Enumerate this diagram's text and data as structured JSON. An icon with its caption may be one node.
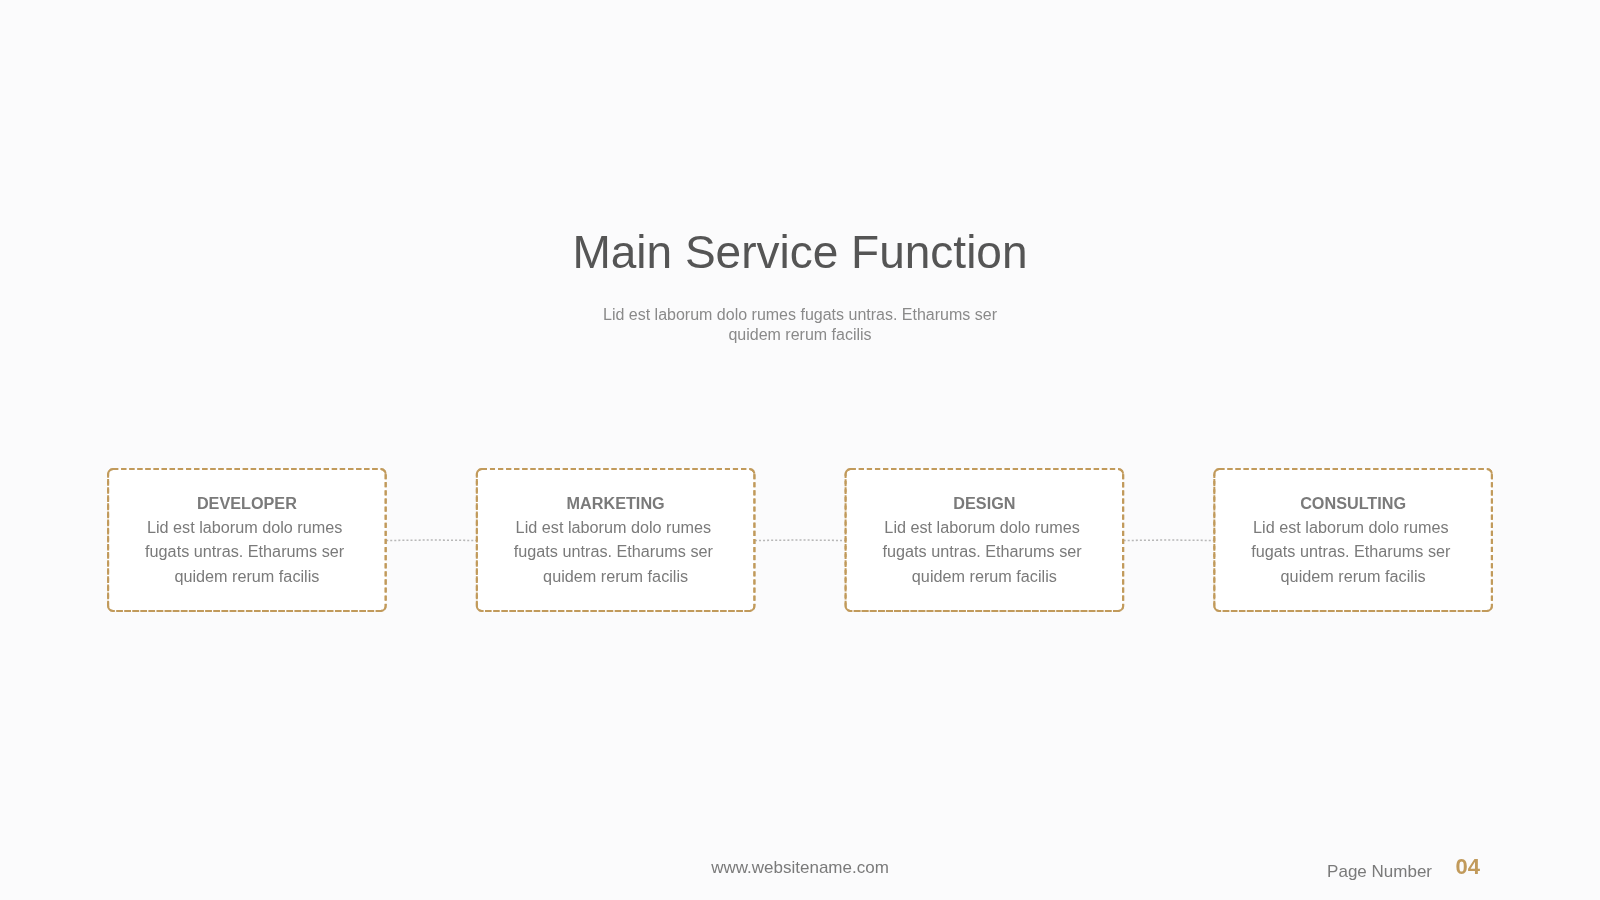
{
  "diagram": {
    "title": "Main Service Function",
    "nodes": [
      {
        "text": [
          "DEVELOPER",
          "Lid est laborum dolo rumes fugats untras. Etharums ser quidem rerum facilis"
        ]
      },
      {
        "text": [
          "MARKETING",
          "Lid est laborum dolo rumes fugats untras. Etharums ser quidem rerum facilis"
        ]
      },
      {
        "text": [
          "DESIGN",
          "Lid est laborum dolo rumes fugats untras. Etharums ser quidem rerum facilis"
        ]
      },
      {
        "text": [
          "CONSULTING",
          "Lid est laborum dolo rumes fugats untras. Etharums ser quidem rerum facilis"
        ]
      }
    ],
    "edges": [
      {
        "from": 0,
        "to": 1,
        "arrow": "none",
        "style": "dashed"
      },
      {
        "from": 1,
        "to": 2,
        "arrow": "none",
        "style": "dashed"
      },
      {
        "from": 2,
        "to": 3,
        "arrow": "none",
        "style": "dashed"
      }
    ],
    "labels": [
      "Lid est laborum dolo rumes fugats untras. Etharums ser quidem rerum facilis",
      "www.websitename.com",
      "Page Number",
      "04"
    ]
  }
}
